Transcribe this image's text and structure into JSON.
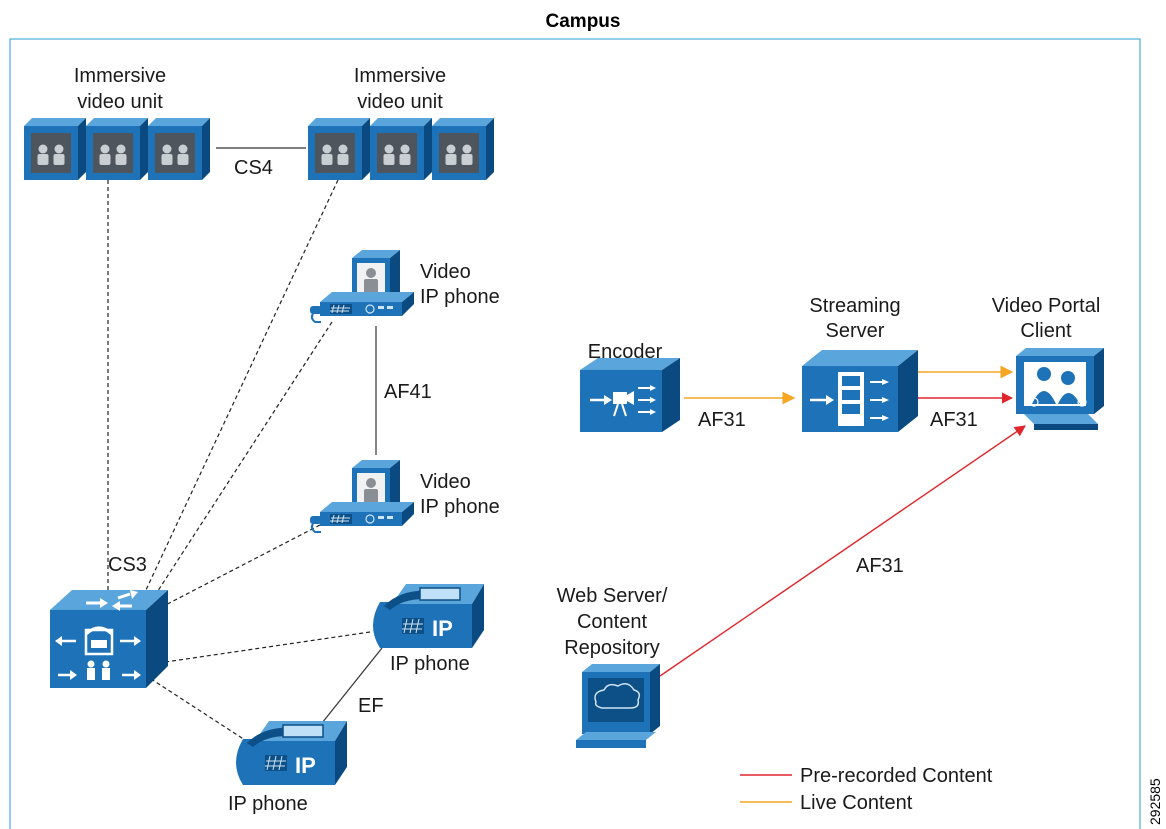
{
  "title": "Campus",
  "figure_number": "292585",
  "devices": {
    "immersive_left": "Immersive video unit",
    "immersive_right": "Immersive video unit",
    "video_phone_top": [
      "Video",
      "IP phone"
    ],
    "video_phone_bottom": [
      "Video",
      "IP phone"
    ],
    "ip_phone_right": "IP phone",
    "ip_phone_bottom": "IP phone",
    "switch": "",
    "encoder": "Encoder",
    "streaming_server": [
      "Streaming",
      "Server"
    ],
    "video_portal_client": [
      "Video Portal",
      "Client"
    ],
    "web_server": [
      "Web Server/",
      "Content",
      "Repository"
    ]
  },
  "links": {
    "cs4": "CS4",
    "cs3": "CS3",
    "af41": "AF41",
    "ef": "EF",
    "af31_encoder": "AF31",
    "af31_server": "AF31",
    "af31_web": "AF31"
  },
  "legend": {
    "prerecorded": "Pre-recorded Content",
    "live": "Live Content"
  },
  "colors": {
    "device_blue": "#1d72b8",
    "prerecorded": "#e0262d",
    "live": "#f5a623",
    "frame": "#2a9fd6"
  },
  "icons": {
    "switch": "voice-video-switch-icon",
    "encoder": "video-encoder-icon",
    "server": "streaming-server-icon",
    "client": "video-portal-client-icon",
    "web": "web-server-icon",
    "immersive": "immersive-video-unit-icon",
    "video_phone": "video-ip-phone-icon",
    "ip_phone": "ip-phone-icon"
  }
}
